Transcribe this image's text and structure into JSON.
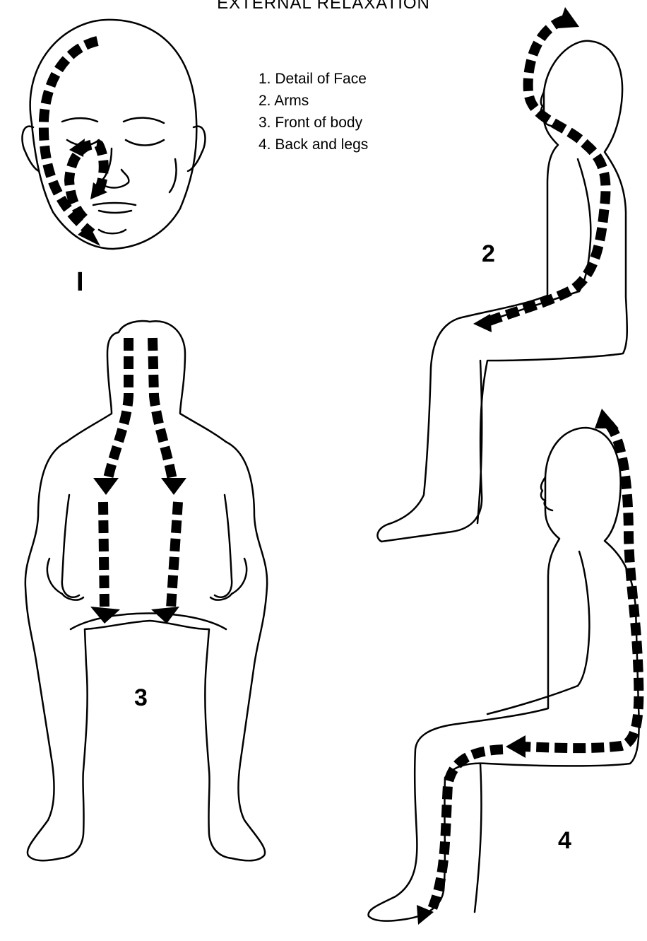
{
  "title": "EXTERNAL RELAXATION",
  "legend": [
    {
      "num": "1.",
      "text": "Detail of Face"
    },
    {
      "num": "2.",
      "text": "Arms"
    },
    {
      "num": "3.",
      "text": "Front of body"
    },
    {
      "num": "4.",
      "text": "Back and legs"
    }
  ],
  "figures": {
    "face": "I",
    "arms": "2",
    "front": "3",
    "back": "4"
  }
}
